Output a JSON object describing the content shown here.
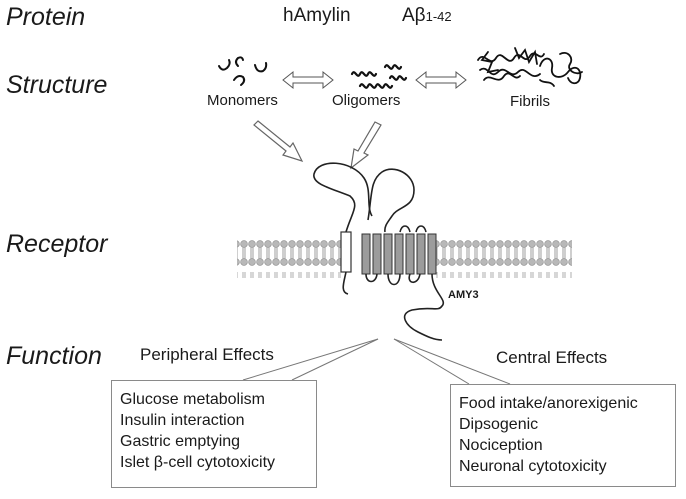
{
  "rows": {
    "protein": "Protein",
    "structure": "Structure",
    "receptor": "Receptor",
    "function": "Function"
  },
  "proteins": {
    "hamylin": "hAmylin",
    "abeta_prefix": "Aβ",
    "abeta_subscript": "1-42"
  },
  "structures": {
    "monomers": "Monomers",
    "oligomers": "Oligomers",
    "fibrils": "Fibrils"
  },
  "receptor": {
    "name": "AMY3"
  },
  "peripheral": {
    "title": "Peripheral Effects",
    "items": [
      "Glucose metabolism",
      "Insulin interaction",
      "Gastric emptying",
      "Islet β-cell cytotoxicity"
    ]
  },
  "central": {
    "title": "Central Effects",
    "items": [
      "Food intake/anorexigenic",
      "Dipsogenic",
      "Nociception",
      "Neuronal cytotoxicity"
    ]
  }
}
